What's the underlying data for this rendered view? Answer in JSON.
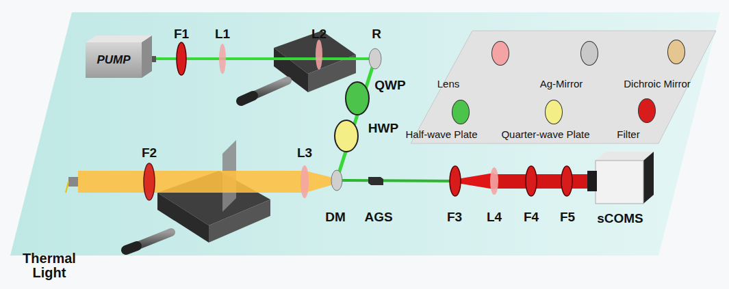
{
  "diagram": {
    "nodes": [
      {
        "text": [
          "PUMP"
        ]
      }
    ],
    "labels": [
      "F1",
      "L1",
      "L2",
      "R",
      "QWP",
      "HWP",
      "F2",
      "L3",
      "Thermal Light",
      "DM",
      "AGS",
      "F3",
      "L4",
      "F4",
      "F5",
      "sCOMS"
    ],
    "legend": [
      {
        "text": "Lens",
        "color": "#f4a4a4"
      },
      {
        "text": "Ag-Mirror",
        "color": "#c9c9c9"
      },
      {
        "text": "Dichroic Mirror",
        "color": "#e6c690"
      },
      {
        "text": "Half-wave Plate",
        "color": "#4cc44c"
      },
      {
        "text": "Quarter-wave Plate",
        "color": "#f3ee86"
      },
      {
        "text": "Filter",
        "color": "#d81c1c"
      }
    ]
  }
}
